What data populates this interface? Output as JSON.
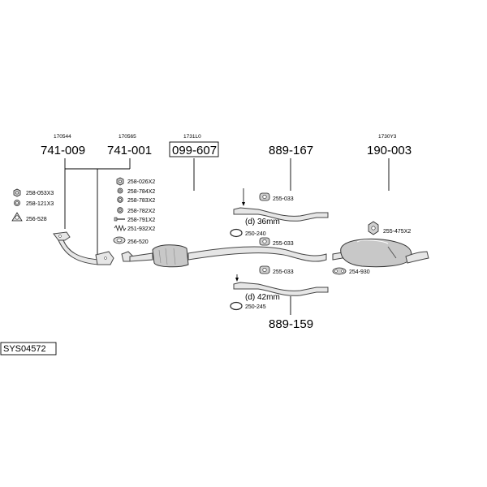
{
  "refs": {
    "r1": "170544",
    "r2": "170565",
    "r3": "1731L0",
    "r4": "1730Y3"
  },
  "parts": {
    "p1": "741-009",
    "p2": "741-001",
    "p3": "099-607",
    "p4": "889-167",
    "p5": "190-003",
    "p6": "889-159"
  },
  "left_hardware": [
    "258-053X3",
    "258-121X3",
    "256-528"
  ],
  "mid_hardware": [
    "258-026X2",
    "258-784X2",
    "258-783X2",
    "258-782X2",
    "258-791X2",
    "251-932X2",
    "256-520"
  ],
  "upper_pipe": {
    "clamp": "255-033",
    "dim": "(d) 36mm",
    "ring": "250-240"
  },
  "main_clamp": "255-033",
  "lower_pipe": {
    "clamp": "255-033",
    "dim": "(d) 42mm",
    "ring": "250-245"
  },
  "rear": {
    "nut": "255-475X2",
    "strap": "254-930"
  },
  "system_code": "SYS04572"
}
